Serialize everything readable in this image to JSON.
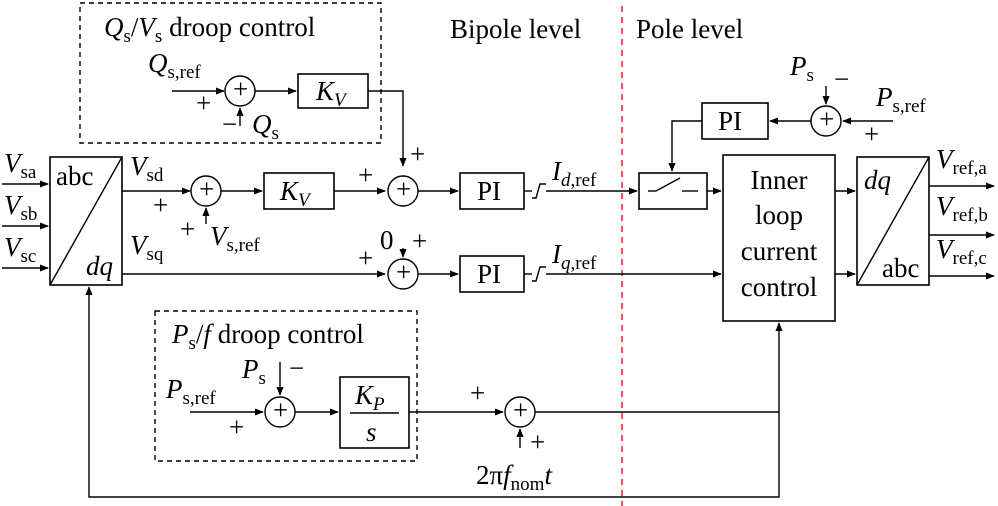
{
  "region_labels": {
    "bipole": "Bipole level",
    "pole": "Pole level"
  },
  "groups": {
    "q_droop_title": "Qₛ/Vₛ droop control",
    "p_droop_title": "Pₛ/f droop control"
  },
  "blocks": {
    "kv_top": "KV",
    "kv_mid": "KV",
    "pi_d": "PI",
    "pi_q": "PI",
    "pi_top": "PI",
    "kp_s_num": "KP",
    "kp_s_den": "s",
    "abc_dq_top": "abc",
    "abc_dq_bottom": "dq",
    "dq_abc_top": "dq",
    "dq_abc_bottom": "abc",
    "inner_loop_line1": "Inner",
    "inner_loop_line2": "loop",
    "inner_loop_line3": "current",
    "inner_loop_line4": "control"
  },
  "signals": {
    "vsa": "Vsa",
    "vsb": "Vsb",
    "vsc": "Vsc",
    "vsd": "Vsd",
    "vsq": "Vsq",
    "qs_ref": "Qs,ref",
    "qs": "Qs",
    "vs_ref": "Vs,ref",
    "id_ref": "Id,ref",
    "iq_ref": "Iq,ref",
    "zero": "0",
    "ps_ref_left": "Ps,ref",
    "ps_left": "Ps",
    "ps_top": "Ps",
    "ps_ref_top": "Ps,ref",
    "two_pi_f_nom_t": "2πfnomt",
    "vref_a": "Vref,a",
    "vref_b": "Vref,b",
    "vref_c": "Vref,c"
  },
  "signs": {
    "plus": "+",
    "minus": "−"
  }
}
